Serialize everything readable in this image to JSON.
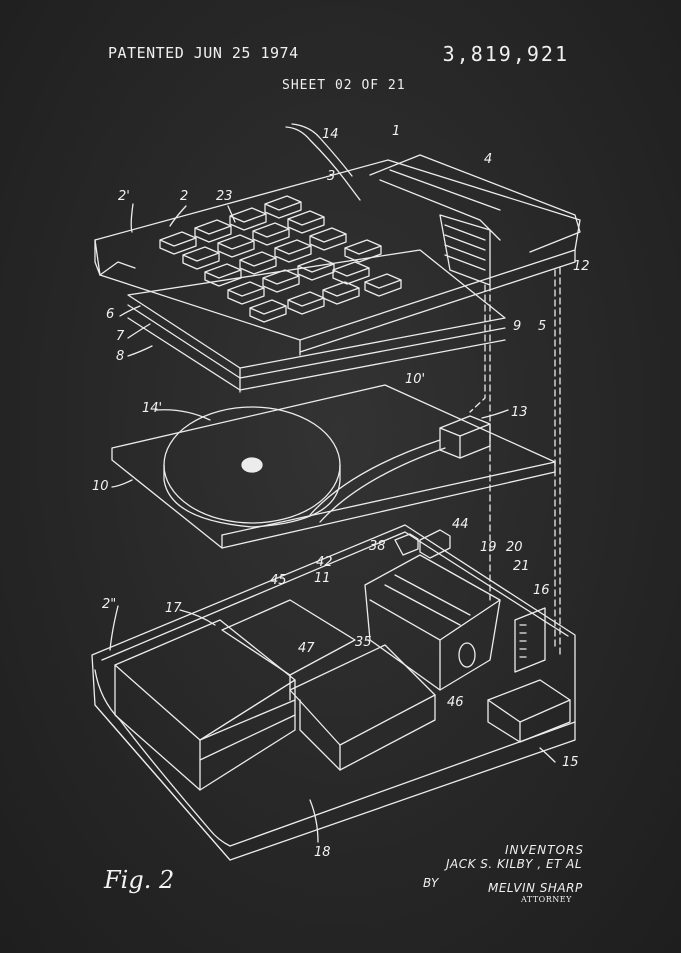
{
  "header": {
    "patented_date": "PATENTED JUN 25 1974",
    "patent_number": "3,819,921",
    "sheet_info": "SHEET 02 OF 21"
  },
  "figure": {
    "label": "Fig. 2",
    "reference_numerals": [
      "14",
      "1",
      "3",
      "4",
      "2'",
      "2",
      "23",
      "12",
      "6",
      "7",
      "8",
      "9",
      "5",
      "10'",
      "14'",
      "13",
      "10",
      "44",
      "38",
      "19",
      "20",
      "42",
      "21",
      "11",
      "45",
      "16",
      "2\"",
      "17",
      "35",
      "47",
      "46",
      "15",
      "18"
    ]
  },
  "credits": {
    "inventors_title": "INVENTORS",
    "inventor_name": "JACK S. KILBY , ET AL",
    "by": "BY",
    "attorney_name": "MELVIN SHARP",
    "attorney_title": "ATTORNEY"
  },
  "colors": {
    "background": "#2a2a2a",
    "ink": "#f0f0f0"
  }
}
